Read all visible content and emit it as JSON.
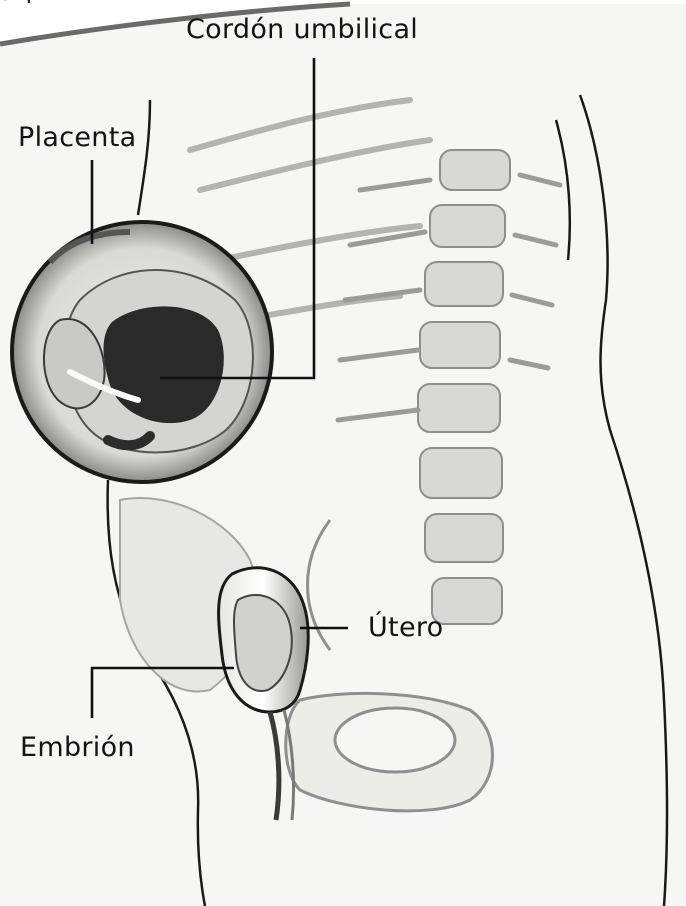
{
  "header": {
    "title_fragment": "O primeiro"
  },
  "labels": {
    "umbilical_cord": "Cordón umbilical",
    "placenta": "Placenta",
    "uterus": "Útero",
    "embryo": "Embrión"
  },
  "illustration": {
    "subject": "side-view-torso-with-embryo",
    "line_color": "#1a1a1a",
    "shading_color": "#bdbdbd"
  }
}
